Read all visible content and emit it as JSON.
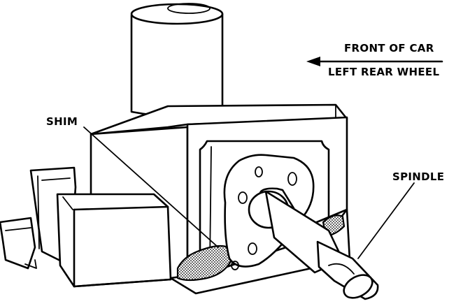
{
  "labels": {
    "front_of_car": "FRONT OF CAR",
    "left_rear_wheel": "LEFT REAR WHEEL",
    "shim": "SHIM",
    "spindle": "SPINDLE"
  },
  "colors": {
    "ink": "#000000",
    "paper": "#ffffff"
  }
}
